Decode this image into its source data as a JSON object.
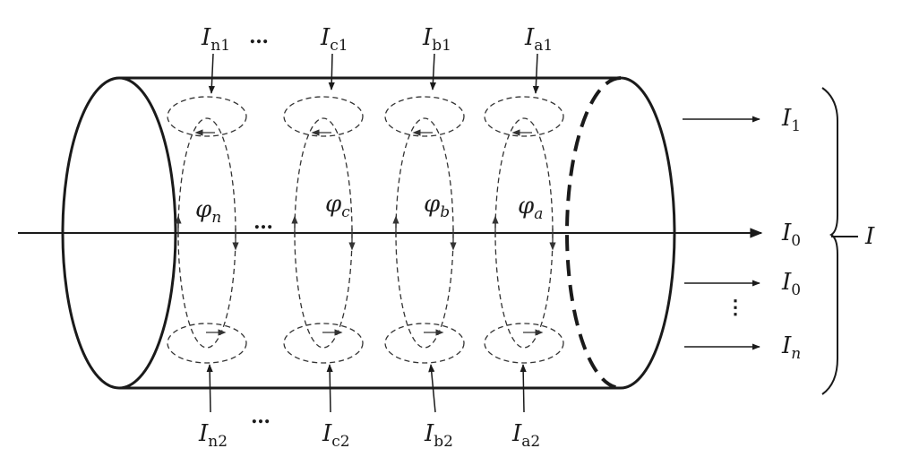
{
  "top_current_labels": [
    {
      "base": "I",
      "sub": "n1"
    },
    {
      "base": "I",
      "sub": "c1"
    },
    {
      "base": "I",
      "sub": "b1"
    },
    {
      "base": "I",
      "sub": "a1"
    }
  ],
  "bottom_current_labels": [
    {
      "base": "I",
      "sub": "n2"
    },
    {
      "base": "I",
      "sub": "c2"
    },
    {
      "base": "I",
      "sub": "b2"
    },
    {
      "base": "I",
      "sub": "a2"
    }
  ],
  "flux_labels": [
    {
      "base": "φ",
      "sub": "n"
    },
    {
      "base": "φ",
      "sub": "c"
    },
    {
      "base": "φ",
      "sub": "b"
    },
    {
      "base": "φ",
      "sub": "a"
    }
  ],
  "output_labels": [
    {
      "base": "I",
      "sub": "1"
    },
    {
      "base": "I",
      "sub": "0"
    },
    {
      "base": "I",
      "sub": "0"
    },
    {
      "base": "I",
      "sub": "n"
    }
  ],
  "total_label": {
    "base": "I",
    "sub": ""
  },
  "ellipsis": "…",
  "vertical_ellipsis": "⋮"
}
